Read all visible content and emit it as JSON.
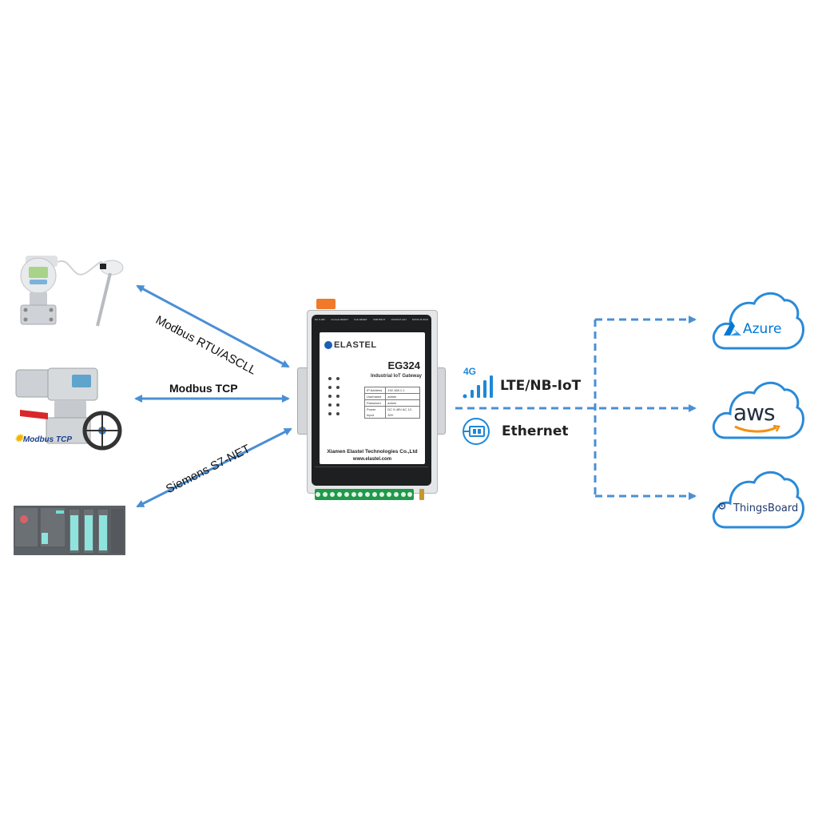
{
  "diagram": {
    "title": "",
    "accent_color": "#4a8fd6",
    "devices": [
      {
        "id": "transmitter",
        "name": "Pressure & temperature transmitters",
        "protocol": "Modbus RTU/ASCLL"
      },
      {
        "id": "actuator",
        "name": "Electric actuator",
        "badge": "Modbus TCP",
        "protocol": "Modbus TCP"
      },
      {
        "id": "plc",
        "name": "Siemens PLC",
        "protocol": "Siemens S7-NET"
      }
    ],
    "gateway": {
      "brand": "ELASTEL",
      "model": "EG324",
      "subtitle": "Industrial IoT Gateway",
      "spec_rows": [
        {
          "key": "IP Address",
          "value": "192.168.1.1"
        },
        {
          "key": "Username",
          "value": "admin"
        },
        {
          "key": "Password",
          "value": "admin"
        },
        {
          "key": "Power Input",
          "value": "DC 9-48V AC 12-30V"
        }
      ],
      "company": "Xiamen Elastel Technologies Co.,Ltd",
      "website": "www.elastel.com",
      "top_ports": [
        "DC 9-48V",
        "Console RESET",
        "PoE RESET",
        "USB BOOT",
        "10/100 M LAN",
        "10/100 M WAN"
      ]
    },
    "uplinks": [
      {
        "id": "cellular",
        "icon": "signal-4g-icon",
        "badge": "4G",
        "label": "LTE/NB-IoT"
      },
      {
        "id": "ethernet",
        "icon": "ethernet-icon",
        "label": "Ethernet"
      }
    ],
    "clouds": [
      {
        "id": "azure",
        "label": "Azure",
        "color": "#0078d4"
      },
      {
        "id": "aws",
        "label": "aws",
        "color": "#232f3e",
        "smile_color": "#f29111"
      },
      {
        "id": "thingsboard",
        "label": "ThingsBoard",
        "color": "#1e3a6e"
      }
    ]
  }
}
